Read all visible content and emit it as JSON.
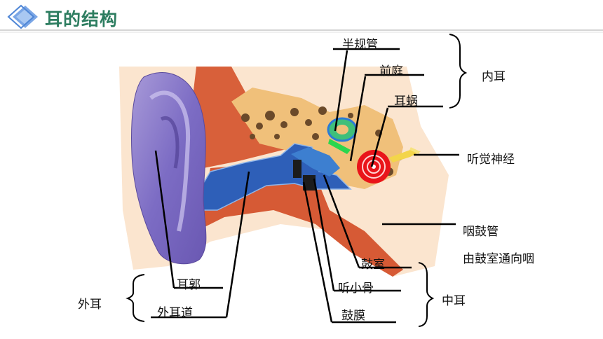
{
  "header": {
    "title": "耳的结构",
    "diamond-icon": "diamond-icon",
    "accent_color": "#2d7d60"
  },
  "labels": {
    "banguiguan": "半规管",
    "qianting": "前庭",
    "erwo": "耳蜗",
    "neier": "内耳",
    "tingjue": "听觉神经",
    "yangu": "咽鼓管",
    "yangu_desc": "由鼓室通向咽",
    "gushi": "鼓室",
    "tingxiaogu": "听小骨",
    "gumo": "鼓膜",
    "zhonger": "中耳",
    "erkuo": "耳郭",
    "waierdao": "外耳道",
    "waier": "外耳"
  }
}
